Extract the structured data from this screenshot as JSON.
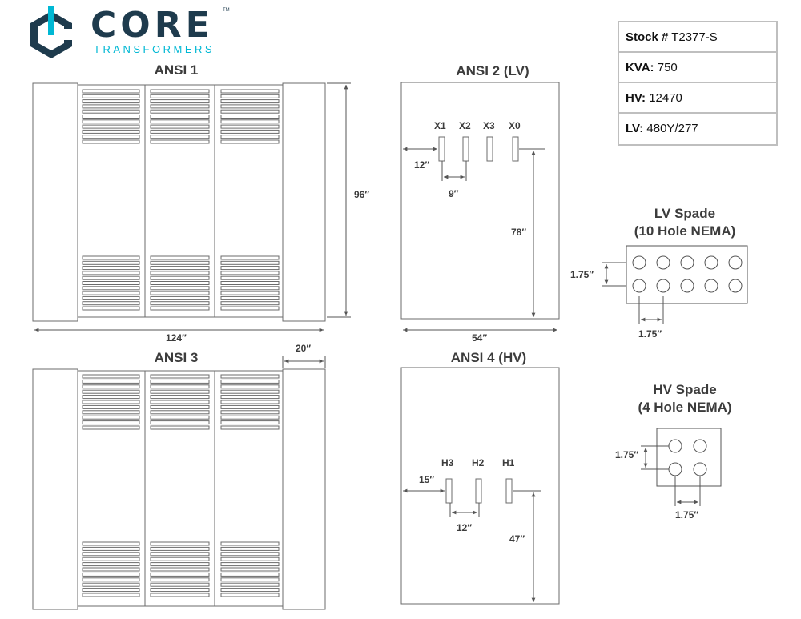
{
  "logo": {
    "name": "CORE",
    "sub": "TRANSFORMERS",
    "tm": "TM"
  },
  "specs": [
    {
      "label": "Stock #",
      "value": "T2377-S"
    },
    {
      "label": "KVA:",
      "value": "750"
    },
    {
      "label": "HV:",
      "value": "12470"
    },
    {
      "label": "LV:",
      "value": "480Y/277"
    }
  ],
  "views": {
    "ansi1": {
      "title": "ANSI 1",
      "height_dim": "96″",
      "width_dim": "124″"
    },
    "ansi2": {
      "title": "ANSI 2 (LV)",
      "terminals": [
        "X1",
        "X2",
        "X3",
        "X0"
      ],
      "edge_dim": "12″",
      "spacing_dim": "9″",
      "height_dim": "78″",
      "width_dim": "54″"
    },
    "ansi3": {
      "title": "ANSI 3",
      "radiator_dim": "20″"
    },
    "ansi4": {
      "title": "ANSI 4 (HV)",
      "terminals": [
        "H3",
        "H2",
        "H1"
      ],
      "edge_dim": "15″",
      "spacing_dim": "12″",
      "height_dim": "47″"
    }
  },
  "lv_spade": {
    "title_line1": "LV Spade",
    "title_line2": "(10 Hole NEMA)",
    "v_dim": "1.75″",
    "h_dim": "1.75″"
  },
  "hv_spade": {
    "title_line1": "HV Spade",
    "title_line2": "(4 Hole NEMA)",
    "v_dim": "1.75″",
    "h_dim": "1.75″"
  },
  "colors": {
    "brand_dark": "#1e3b4d",
    "brand_accent": "#00b8d4",
    "line": "#6b6b6b"
  }
}
